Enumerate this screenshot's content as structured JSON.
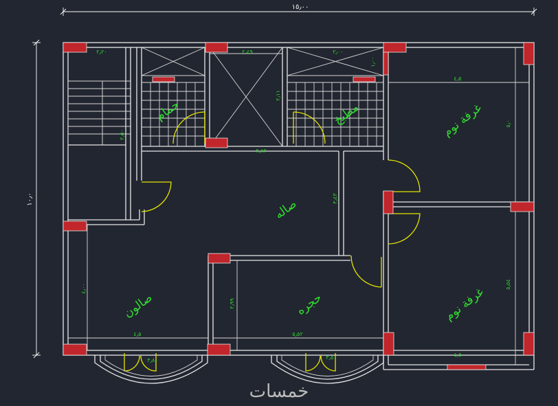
{
  "overall": {
    "width": "١٥٫٠٠",
    "height": "١٠٫٠"
  },
  "rooms": {
    "bath": "حمام",
    "kitchen": "مطبخ",
    "bedroom_top": "غرفة نوم",
    "bedroom_bottom": "غرفة نوم",
    "hall": "صاله",
    "salon": "صالون",
    "room": "حجره"
  },
  "dims": {
    "d1": "٢٫٢٠",
    "d2": "٢٫٤٩",
    "d3": "٢٫٠٠",
    "d4": "١٫٠٠",
    "d5": "٤٫٥",
    "d6": "٥٫٠",
    "d7": "٢٫٨٢",
    "d8": "٢٫١١",
    "d9": "٣٫٤٣",
    "d10": "٢٫٥٠",
    "d11": "٤٫٠٠",
    "d12": "٢٫٩٩",
    "d13": "٤٫٥",
    "d14": "٥٫٥٢",
    "d15": "٥٫٥٤",
    "d16": "٤٫٥",
    "d17": "٣٫٨٠",
    "d18": "٣٫٥٠"
  },
  "watermark": "خمسات",
  "colors": {
    "background": "#222630",
    "wall": "#e8e8e8",
    "column": "#c0262b",
    "door": "#e6e600",
    "text": "#2fe02f"
  }
}
